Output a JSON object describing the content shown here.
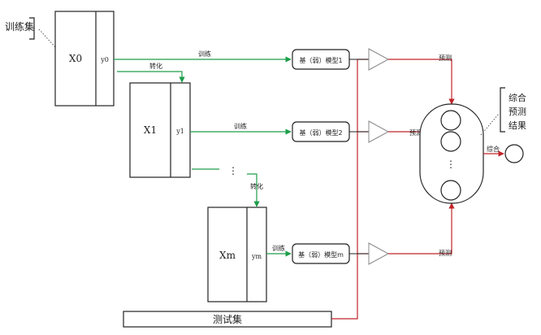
{
  "training_set_label": "训练集",
  "test_set_label": "测试集",
  "blocks": [
    {
      "x_label": "X0",
      "y_label": "y0"
    },
    {
      "x_label": "X1",
      "y_label": "y1"
    },
    {
      "x_label": "Xm",
      "y_label": "ym"
    }
  ],
  "models": [
    "基（弱）模型1",
    "基（弱）模型2",
    "基（弱）模型m"
  ],
  "edge_labels": {
    "train": [
      "训练",
      "训练",
      "训练"
    ],
    "transform": [
      "转化",
      "转化"
    ],
    "predict": [
      "预测",
      "预测",
      "预测"
    ],
    "combine": "综合"
  },
  "ellipsis": "⋮",
  "result_label_lines": [
    "综合",
    "预测",
    "结果"
  ],
  "colors": {
    "train_arrow": "#1e9e4a",
    "predict_arrow": "#c0252a",
    "box_stroke": "#222222"
  }
}
